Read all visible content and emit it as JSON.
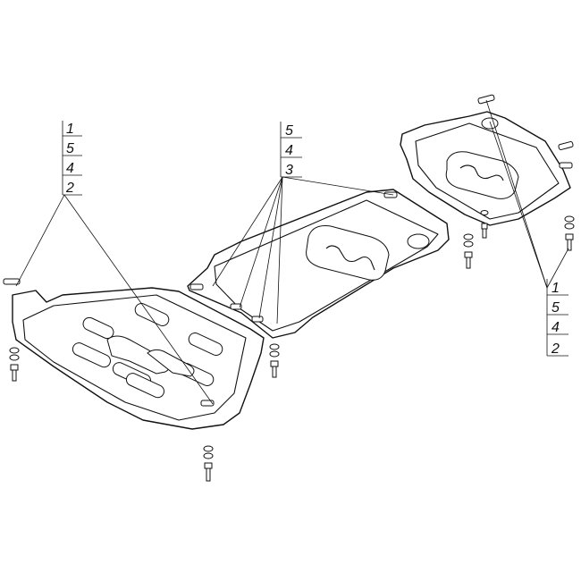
{
  "callouts": {
    "left": [
      "1",
      "5",
      "4",
      "2"
    ],
    "center": [
      "5",
      "4",
      "3"
    ],
    "right": [
      "1",
      "5",
      "4",
      "2"
    ]
  }
}
